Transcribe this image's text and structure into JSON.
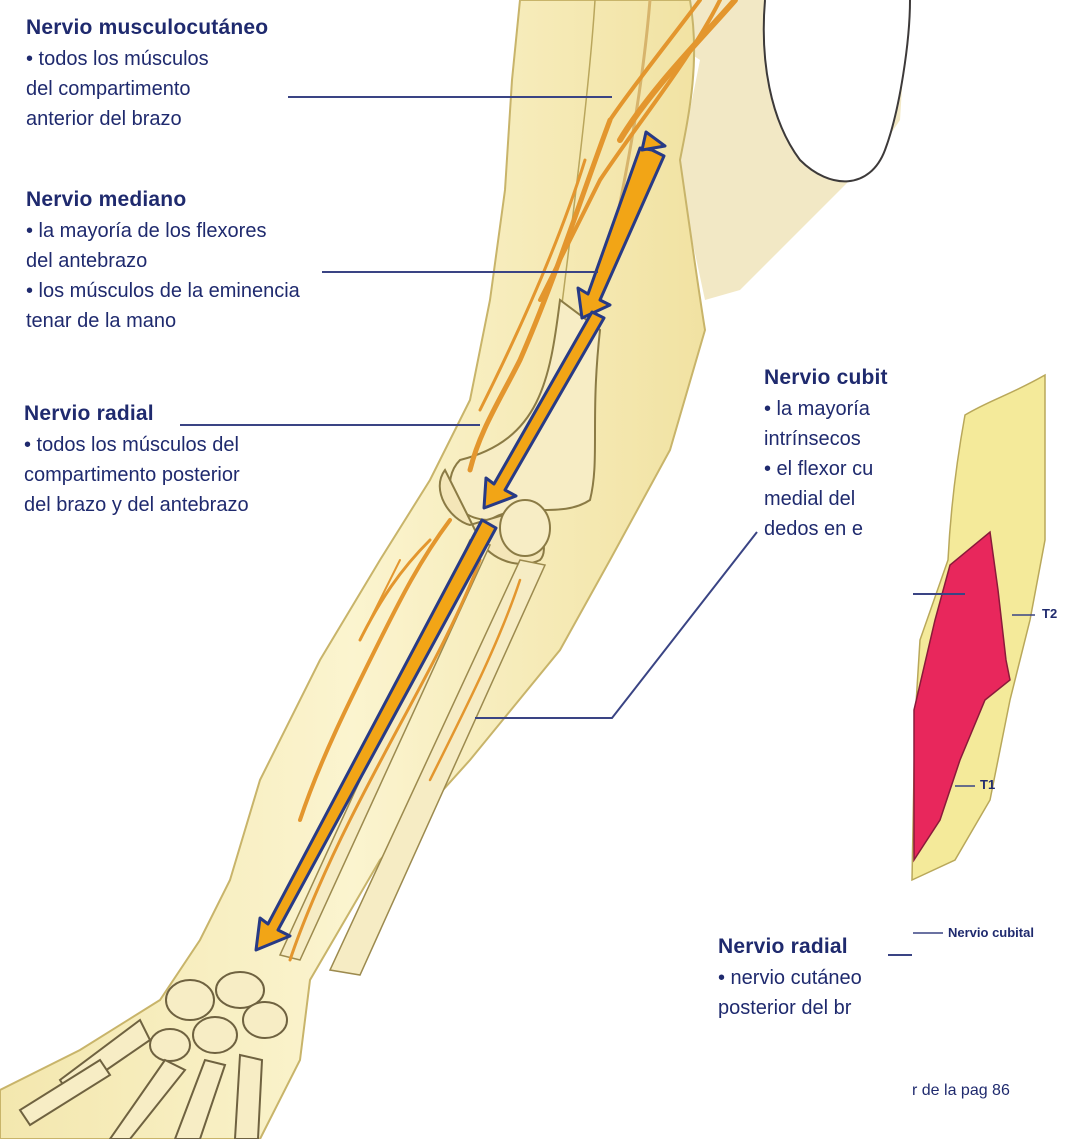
{
  "labels": {
    "musculocutaneo": {
      "title": "Nervio musculocutáneo",
      "lines": [
        "• todos los músculos",
        "del compartimento",
        "anterior del brazo"
      ]
    },
    "mediano": {
      "title": "Nervio mediano",
      "lines": [
        "• la mayoría de los flexores",
        "del antebrazo",
        "• los músculos de la eminencia",
        "tenar de la mano"
      ]
    },
    "radial": {
      "title": "Nervio radial",
      "lines": [
        "• todos los músculos del",
        "compartimento posterior",
        "del brazo y del antebrazo"
      ]
    },
    "cubital": {
      "title": "Nervio cubit",
      "lines": [
        "• la mayoría",
        "intrínsecos",
        "• el flexor cu",
        "medial del",
        "dedos en e"
      ]
    },
    "radial2": {
      "title": "Nervio radial",
      "lines": [
        "• nervio cutáneo",
        "posterior del br"
      ]
    }
  },
  "inset": {
    "t2": "T2",
    "t1": "T1",
    "cubital": "Nervio cubital",
    "footer": "r de la pag 86"
  },
  "colors": {
    "text": "#1f2a6e",
    "skin": "#f6eebd",
    "nerve": "#e3962e",
    "arrow_fill": "#f2a516",
    "arrow_stroke": "#273a86",
    "dermatome": "#e8275c"
  }
}
